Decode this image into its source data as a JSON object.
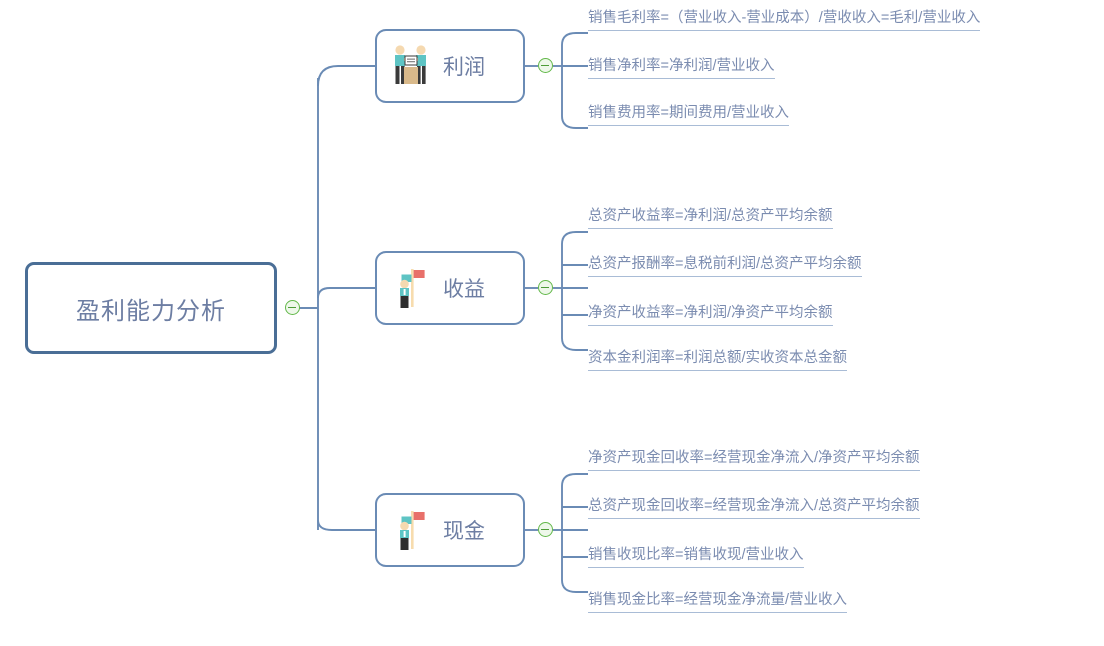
{
  "diagram": {
    "type": "mind-map",
    "title": "盈利能力分析",
    "colors": {
      "root_border": "#4a6e96",
      "branch_border": "#6a8bb5",
      "text": "#6d7ea3",
      "leaf_text": "#7b8cb0",
      "connector": "#6a8bb5",
      "underline": "#a9bcd6",
      "toggle_green": "#63b84a",
      "icon_teal": "#5ec4c4",
      "icon_skin": "#f5d9b0",
      "icon_dark": "#3a3a3a",
      "icon_tan": "#d9b98a",
      "icon_red": "#e8706a"
    }
  },
  "root": {
    "label": "盈利能力分析",
    "toggle": {
      "name": "collapse-toggle",
      "state": "expanded",
      "glyph": "minus"
    }
  },
  "branches": [
    {
      "id": "profit",
      "label": "利润",
      "icon": "two-people-podium-icon",
      "toggle": {
        "state": "expanded",
        "glyph": "minus"
      },
      "leaves": [
        "销售毛利率=（营业收入-营业成本）/营收收入=毛利/营业收入",
        "销售净利率=净利润/营业收入",
        "销售费用率=期间费用/营业收入"
      ]
    },
    {
      "id": "return",
      "label": "收益",
      "icon": "person-with-flag-icon",
      "toggle": {
        "state": "expanded",
        "glyph": "minus"
      },
      "leaves": [
        "总资产收益率=净利润/总资产平均余额",
        "总资产报酬率=息税前利润/总资产平均余额",
        "净资产收益率=净利润/净资产平均余额",
        "资本金利润率=利润总额/实收资本总金额"
      ]
    },
    {
      "id": "cash",
      "label": "现金",
      "icon": "person-with-flag-icon",
      "toggle": {
        "state": "expanded",
        "glyph": "minus"
      },
      "leaves": [
        "净资产现金回收率=经营现金净流入/净资产平均余额",
        "总资产现金回收率=经营现金净流入/总资产平均余额",
        "销售收现比率=销售收现/营业收入",
        "销售现金比率=经营现金净流量/营业收入"
      ]
    }
  ]
}
